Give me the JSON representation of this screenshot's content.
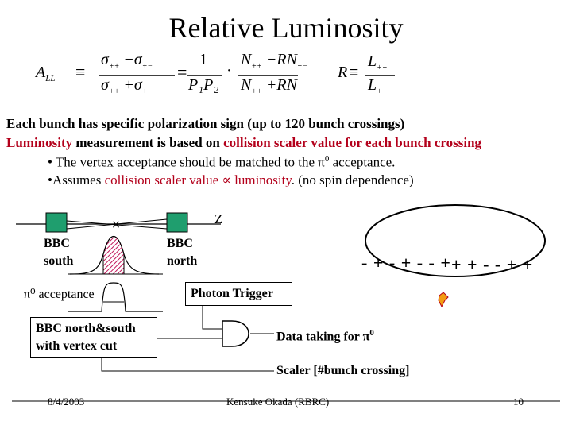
{
  "title": "Relative Luminosity",
  "formula_text": {
    "A_LL": "A",
    "A_LL_sub": "LL",
    "equiv": "≡",
    "sigma": "σ",
    "subs": {
      "pp": "++",
      "pm": "+−"
    },
    "minus": "−",
    "plus": "+",
    "equals": "=",
    "one": "1",
    "P1P2": "P₁P₂",
    "dot": "·",
    "N": "N",
    "R": "R",
    "L": "L"
  },
  "lines": {
    "line1": "Each bunch has specific polarization sign (up to 120 bunch crossings)",
    "line2_part1": "Luminosity",
    "line2_part2": " measurement is based on ",
    "line2_part3": "collision scaler value for each bunch crossing",
    "bullet1": "• The vertex acceptance should be matched to the π",
    "bullet1_sup": "0",
    "bullet1_end": " acceptance.",
    "bullet2_part1": "•Assumes ",
    "bullet2_part2": "collision scaler value ∝ luminosity",
    "bullet2_part3": ". (no spin dependence)"
  },
  "diagram": {
    "z_label": "Z",
    "bbc_south": "BBC\nsouth",
    "bbc_north": "BBC\nnorth",
    "pi0_acceptance": "π⁰ acceptance",
    "photon_trigger": "Photon Trigger",
    "bbc_vertex_box": "BBC north&south\nwith vertex cut",
    "data_taking": "Data taking for π",
    "data_taking_sup": "0",
    "scaler": "Scaler [#bunch crossing]",
    "spin_left": "- + - + - - +",
    "spin_right": "+ + -  - + +"
  },
  "footer": {
    "date": "8/4/2003",
    "author": "Kensuke Okada (RBRC)",
    "page": "10"
  },
  "colors": {
    "detector": "#1f9e6e",
    "highlight": "#b3001b",
    "hatch": "#c2185b"
  }
}
